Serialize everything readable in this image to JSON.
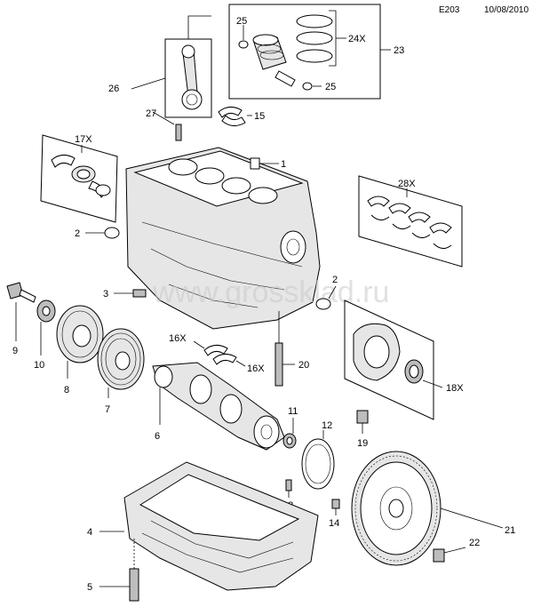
{
  "header": {
    "code": "E203",
    "date": "10/08/2010"
  },
  "watermark": "www.grossklad.ru",
  "callouts": {
    "c1": "1",
    "c2a": "2",
    "c2b": "2",
    "c3": "3",
    "c4": "4",
    "c5": "5",
    "c6": "6",
    "c7": "7",
    "c8": "8",
    "c9": "9",
    "c10": "10",
    "c11": "11",
    "c12": "12",
    "c13": "13",
    "c14": "14",
    "c15": "15",
    "c16a": "16X",
    "c16b": "16X",
    "c17": "17X",
    "c18": "18X",
    "c19": "19",
    "c20": "20",
    "c21": "21",
    "c22": "22",
    "c23": "23",
    "c24": "24X",
    "c25a": "25",
    "c25b": "25",
    "c26": "26",
    "c27": "27",
    "c28": "28X"
  }
}
